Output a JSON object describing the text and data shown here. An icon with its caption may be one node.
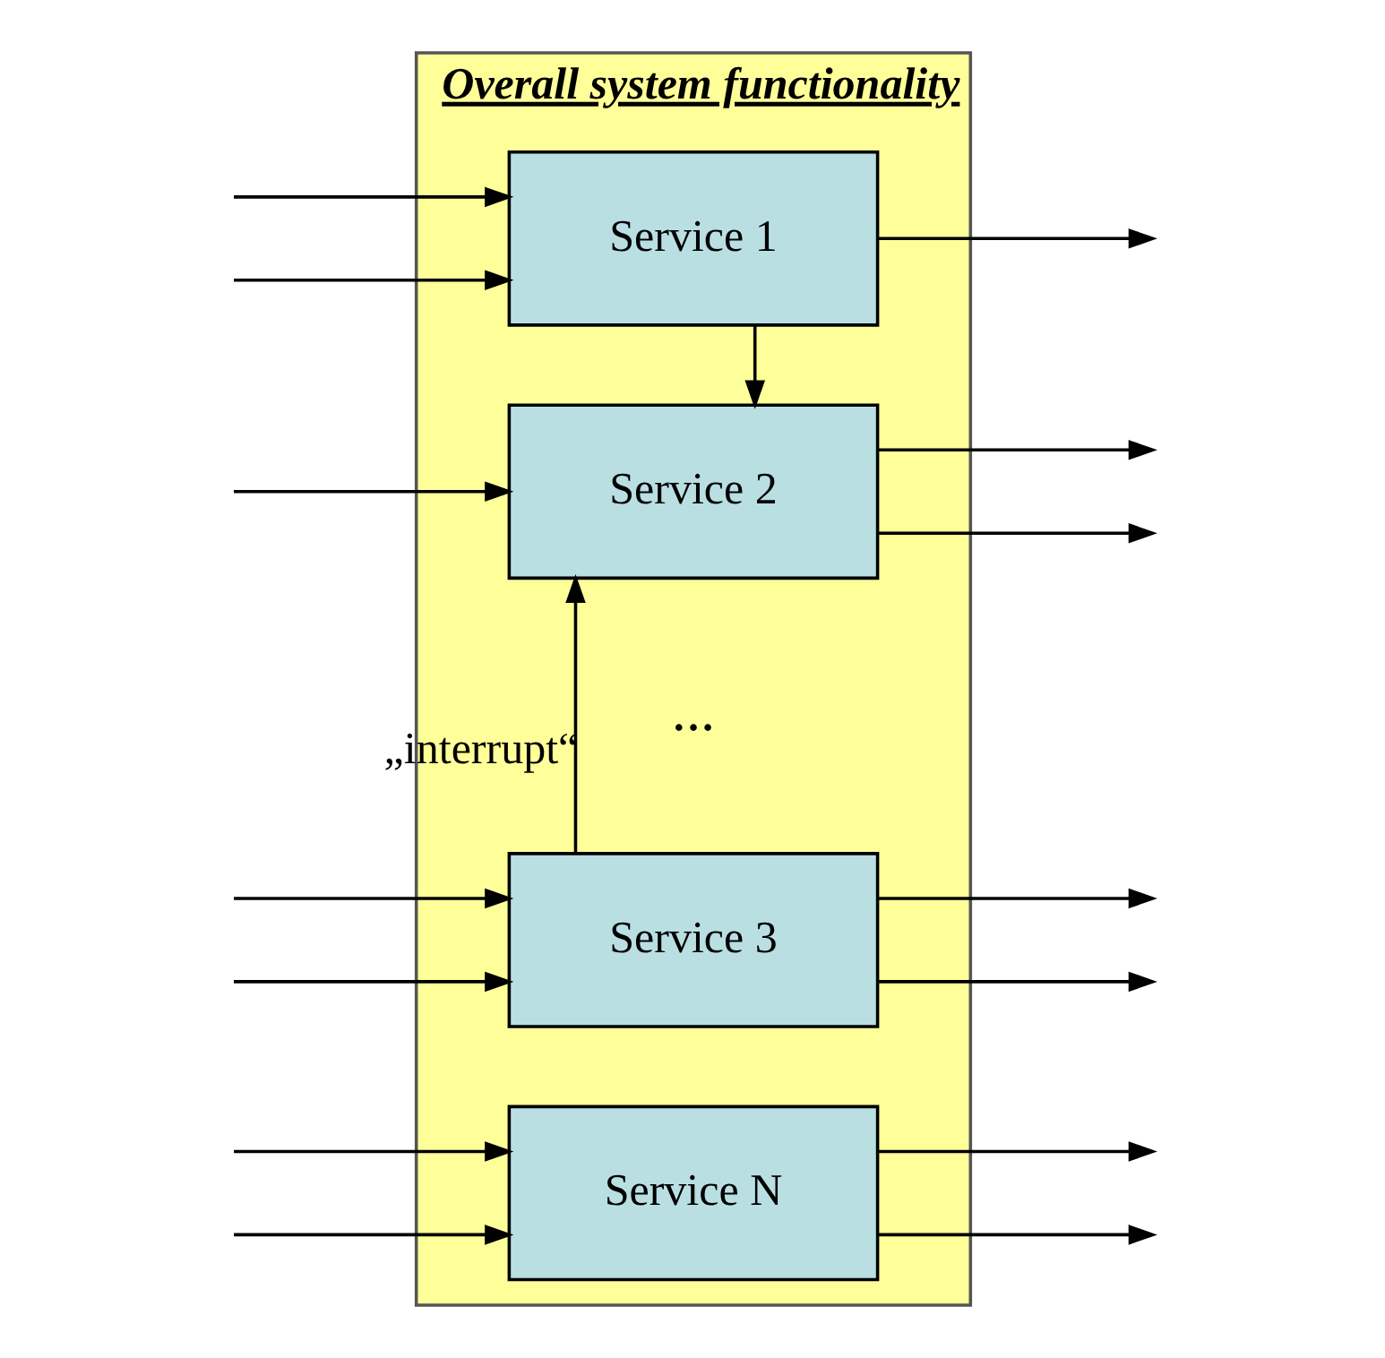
{
  "diagram": {
    "nodes": [
      {
        "text": [
          "Overall system functionality"
        ]
      },
      {
        "text": [
          "Service 1"
        ],
        "in": 0
      },
      {
        "text": [
          "Service 2"
        ],
        "in": 0
      },
      {
        "text": [
          "Service 3"
        ],
        "in": 0
      },
      {
        "text": [
          "Service N"
        ],
        "in": 0
      }
    ],
    "edges": [
      {
        "from": null,
        "to": 1,
        "arrow": "to"
      },
      {
        "from": null,
        "to": 1,
        "arrow": "to"
      },
      {
        "from": null,
        "to": 2,
        "arrow": "to"
      },
      {
        "from": null,
        "to": 3,
        "arrow": "to"
      },
      {
        "from": null,
        "to": 3,
        "arrow": "to"
      },
      {
        "from": null,
        "to": 4,
        "arrow": "to"
      },
      {
        "from": null,
        "to": 4,
        "arrow": "to"
      },
      {
        "from": 1,
        "to": 2,
        "arrow": "to"
      },
      {
        "from": 3,
        "to": 2,
        "arrow": "to",
        "label": "„interrupt“"
      },
      {
        "from": 1,
        "to": null,
        "arrow": "to"
      },
      {
        "from": 2,
        "to": null,
        "arrow": "to"
      },
      {
        "from": 2,
        "to": null,
        "arrow": "to"
      },
      {
        "from": 3,
        "to": null,
        "arrow": "to"
      },
      {
        "from": 3,
        "to": null,
        "arrow": "to"
      },
      {
        "from": 4,
        "to": null,
        "arrow": "to"
      },
      {
        "from": 4,
        "to": null,
        "arrow": "to"
      }
    ],
    "labels": [
      "..."
    ]
  }
}
